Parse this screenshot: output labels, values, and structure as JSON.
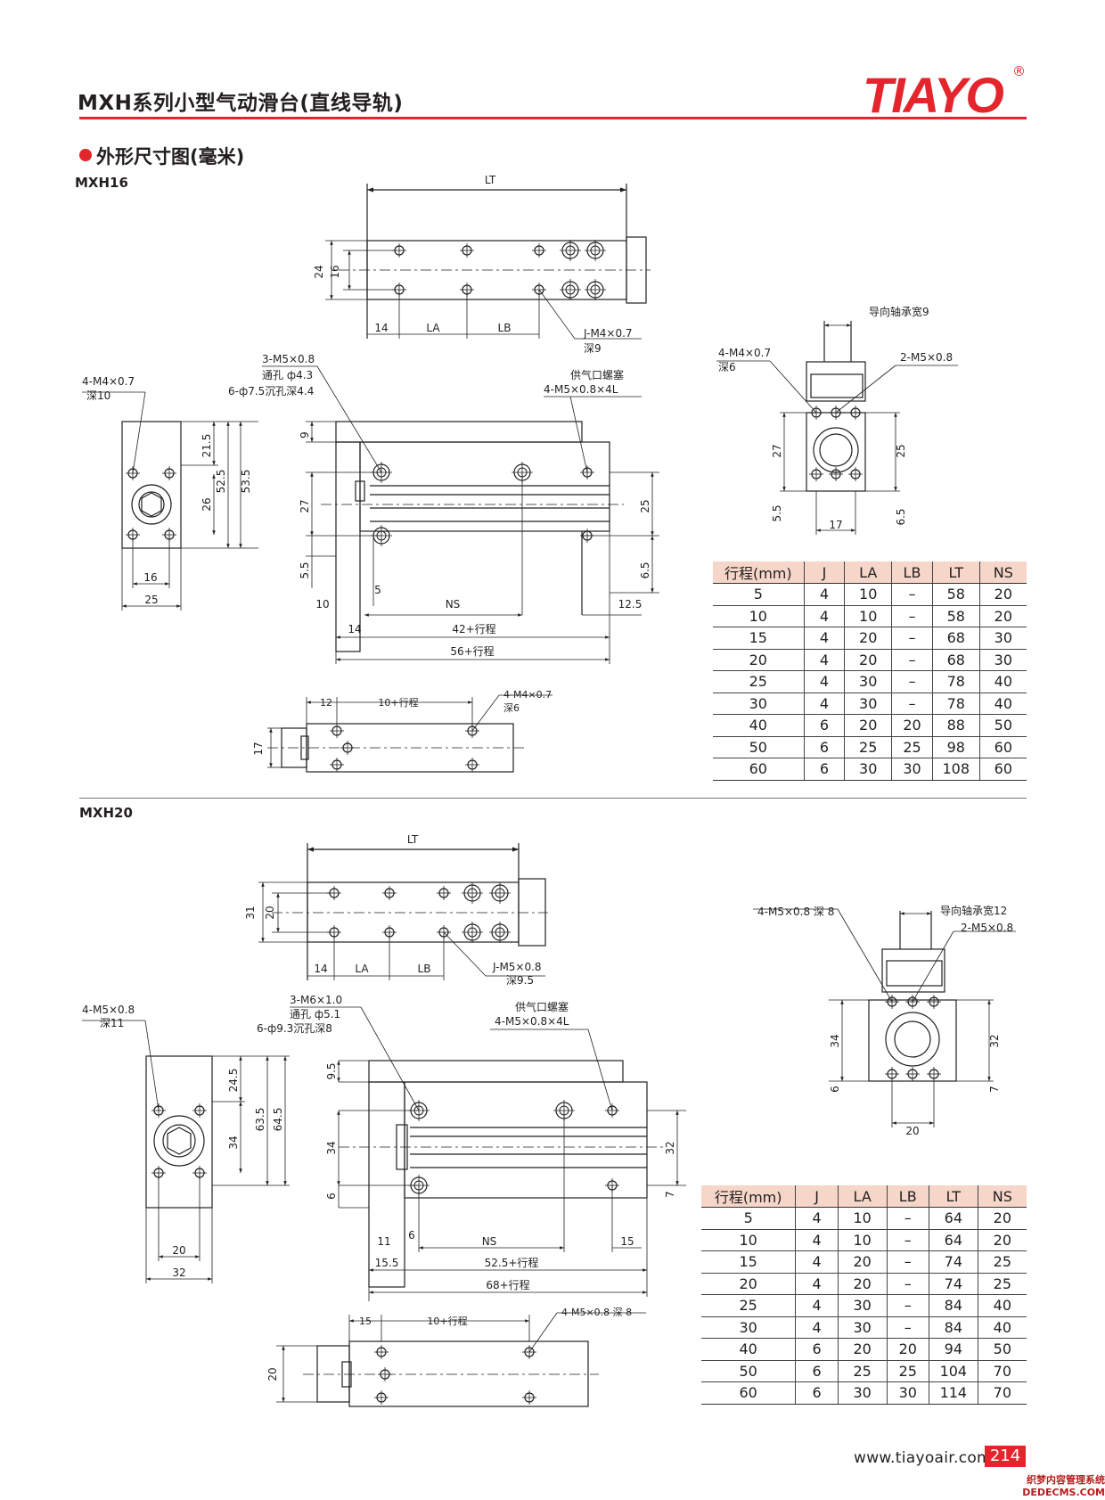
{
  "header": {
    "title": "MXH系列小型气动滑台(直线导轨)",
    "logo_text": "TIAYO",
    "logo_mark": "®",
    "accent_color": "#e4252c"
  },
  "section": {
    "heading": "外形尺寸图(毫米)"
  },
  "mxh16": {
    "label": "MXH16",
    "top_view": {
      "lt": "LT",
      "d24": "24",
      "d16": "16",
      "d14": "14",
      "la": "LA",
      "lb": "LB",
      "j_note": "J-M4×0.7",
      "j_depth": "深9"
    },
    "end_view": {
      "note1": "4-M4×0.7",
      "note1b": "深10",
      "d21_5": "21.5",
      "d52_5": "52.5",
      "d53_5": "53.5",
      "d26": "26",
      "d16": "16",
      "d25": "25"
    },
    "side_view": {
      "n1": "3-M5×0.8",
      "n2": "通孔 ф4.3",
      "n3": "6-ф7.5沉孔深4.4",
      "n4": "供气口螺塞",
      "n5": "4-M5×0.8×4L",
      "d9": "9",
      "d27": "27",
      "d5_5": "5.5",
      "d25": "25",
      "d6_5": "6.5",
      "d10": "10",
      "d5": "5",
      "ns": "NS",
      "d12_5": "12.5",
      "d14": "14",
      "d42": "42+行程",
      "d56": "56+行程"
    },
    "right_view": {
      "guide": "导向轴承宽9",
      "n1": "4-M4×0.7",
      "n1b": "深6",
      "n2": "2-M5×0.8",
      "d27": "27",
      "d25": "25",
      "d5_5": "5.5",
      "d6_5": "6.5",
      "d17": "17"
    },
    "bottom_view": {
      "d12": "12",
      "d10s": "10+行程",
      "n1": "4-M4×0.7",
      "n1b": "深6",
      "d17": "17"
    },
    "table": {
      "headers": [
        "行程(mm)",
        "J",
        "LA",
        "LB",
        "LT",
        "NS"
      ],
      "rows": [
        [
          "5",
          "4",
          "10",
          "–",
          "58",
          "20"
        ],
        [
          "10",
          "4",
          "10",
          "–",
          "58",
          "20"
        ],
        [
          "15",
          "4",
          "20",
          "–",
          "68",
          "30"
        ],
        [
          "20",
          "4",
          "20",
          "–",
          "68",
          "30"
        ],
        [
          "25",
          "4",
          "30",
          "–",
          "78",
          "40"
        ],
        [
          "30",
          "4",
          "30",
          "–",
          "78",
          "40"
        ],
        [
          "40",
          "6",
          "20",
          "20",
          "88",
          "50"
        ],
        [
          "50",
          "6",
          "25",
          "25",
          "98",
          "60"
        ],
        [
          "60",
          "6",
          "30",
          "30",
          "108",
          "60"
        ]
      ]
    }
  },
  "mxh20": {
    "label": "MXH20",
    "top_view": {
      "lt": "LT",
      "d31": "31",
      "d20": "20",
      "d14": "14",
      "la": "LA",
      "lb": "LB",
      "j_note": "J-M5×0.8",
      "j_depth": "深9.5"
    },
    "end_view": {
      "note1": "4-M5×0.8",
      "note1b": "深11",
      "d24_5": "24.5",
      "d63_5": "63.5",
      "d64_5": "64.5",
      "d34": "34",
      "d20": "20",
      "d32": "32"
    },
    "side_view": {
      "n1": "3-M6×1.0",
      "n2": "通孔 ф5.1",
      "n3": "6-ф9.3沉孔深8",
      "n4": "供气口螺塞",
      "n5": "4-M5×0.8×4L",
      "d9_5": "9.5",
      "d34": "34",
      "d6": "6",
      "d32": "32",
      "d7": "7",
      "d11": "11",
      "d6b": "6",
      "ns": "NS",
      "d15": "15",
      "d15_5": "15.5",
      "d52_5": "52.5+行程",
      "d68": "68+行程"
    },
    "right_view": {
      "n1": "4-M5×0.8 深 8",
      "guide": "导向轴承宽12",
      "n2": "2-M5×0.8",
      "d34": "34",
      "d32": "32",
      "d6": "6",
      "d7": "7",
      "d20": "20"
    },
    "bottom_view": {
      "d15": "15",
      "d10s": "10+行程",
      "n1": "4-M5×0.8 深 8",
      "d20": "20"
    },
    "table": {
      "headers": [
        "行程(mm)",
        "J",
        "LA",
        "LB",
        "LT",
        "NS"
      ],
      "rows": [
        [
          "5",
          "4",
          "10",
          "–",
          "64",
          "20"
        ],
        [
          "10",
          "4",
          "10",
          "–",
          "64",
          "20"
        ],
        [
          "15",
          "4",
          "20",
          "–",
          "74",
          "25"
        ],
        [
          "20",
          "4",
          "20",
          "–",
          "74",
          "25"
        ],
        [
          "25",
          "4",
          "30",
          "–",
          "84",
          "40"
        ],
        [
          "30",
          "4",
          "30",
          "–",
          "84",
          "40"
        ],
        [
          "40",
          "6",
          "20",
          "20",
          "94",
          "50"
        ],
        [
          "50",
          "6",
          "25",
          "25",
          "104",
          "70"
        ],
        [
          "60",
          "6",
          "30",
          "30",
          "114",
          "70"
        ]
      ]
    }
  },
  "footer": {
    "url": "www.tiayoair.com",
    "page": "214"
  },
  "watermark": {
    "line1": "织梦内容管理系统",
    "line2": "DEDECMS.COM"
  }
}
